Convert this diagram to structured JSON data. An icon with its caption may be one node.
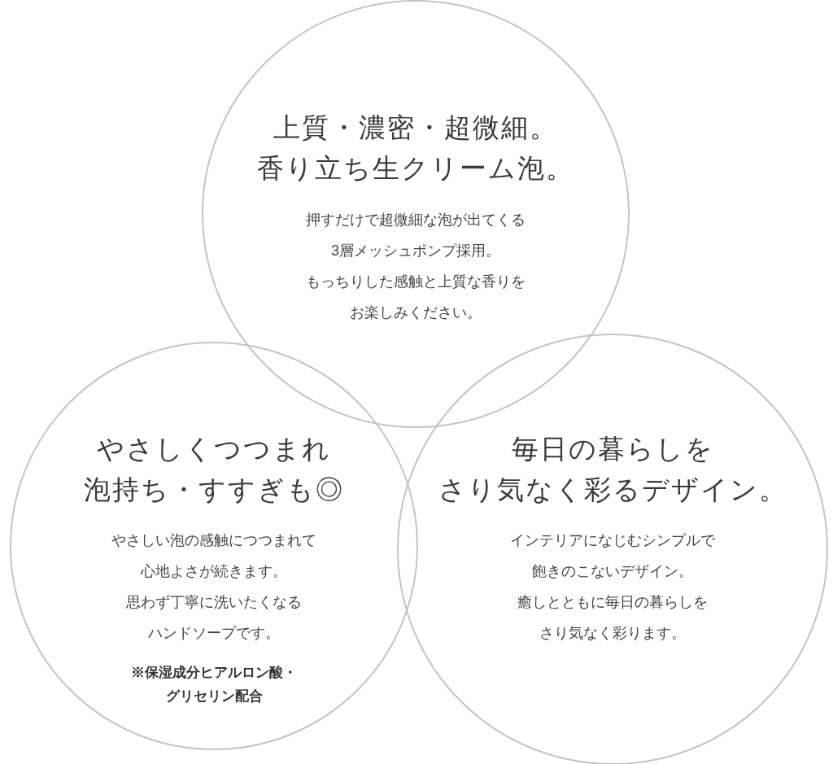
{
  "diagram": {
    "nodes": [
      {
        "text": [
          "上質・濃密・超微細。香り立ち生クリーム泡。",
          "押すだけで超微細な泡が出てくる3層メッシュポンプ採用。もっちりした感触と上質な香りをお楽しみください。"
        ]
      },
      {
        "text": [
          "やさしくつつまれ泡持ち・すすぎも◎",
          "やさしい泡の感触につつまれて心地よさが続きます。思わず丁寧に洗いたくなるハンドソープです。",
          "※保湿成分ヒアルロン酸・グリセリン配合"
        ]
      },
      {
        "text": [
          "毎日の暮らしをさり気なく彩るデザイン。",
          "インテリアになじむシンプルで飽きのこないデザイン。癒しとともに毎日の暮らしをさり気なく彩ります。"
        ]
      }
    ],
    "edges": []
  }
}
